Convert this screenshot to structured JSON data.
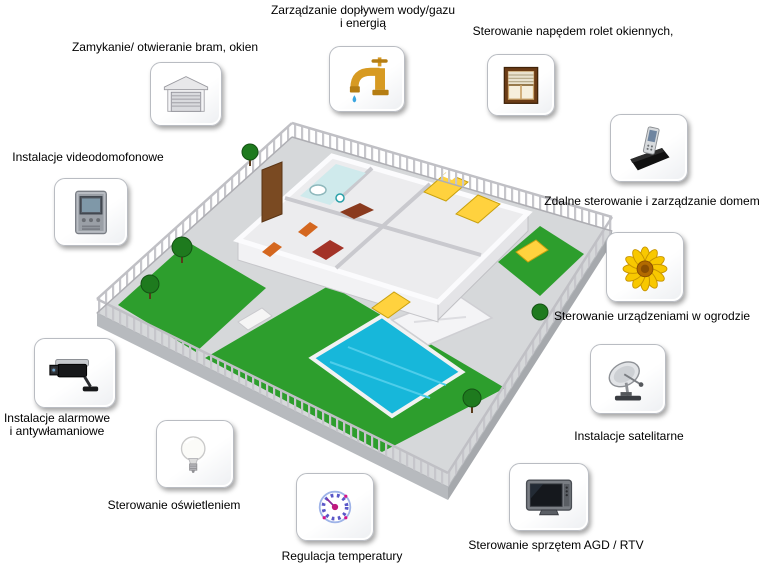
{
  "diagram_title": "Smart home functions diagram",
  "nodes": {
    "water": {
      "lines": [
        "Zarządzanie dopływem wody/gazu",
        "i  energią"
      ],
      "icon": "faucet-icon"
    },
    "gates": {
      "label": "Zamykanie/ otwieranie bram, okien",
      "icon": "garage-door-icon"
    },
    "blinds": {
      "label": "Sterowanie napędem rolet okiennych,",
      "icon": "window-blinds-icon"
    },
    "intercom": {
      "label": "Instalacje videodomofonowe",
      "icon": "video-intercom-icon"
    },
    "remote": {
      "label": "Zdalne sterowanie i zarządzanie domem",
      "icon": "phone-dock-icon"
    },
    "garden": {
      "label": "Sterowanie urządzeniami w ogrodzie",
      "icon": "sunflower-icon"
    },
    "satellite": {
      "label": "Instalacje satelitarne",
      "icon": "satellite-dish-icon"
    },
    "alarm": {
      "lines": [
        "Instalacje alarmowe",
        "i antywłamaniowe"
      ],
      "icon": "cctv-camera-icon"
    },
    "lighting": {
      "label": "Sterowanie oświetleniem",
      "icon": "lightbulb-icon"
    },
    "temperature": {
      "label": "Regulacja temperatury",
      "icon": "thermostat-gauge-icon"
    },
    "rtv": {
      "label": "Sterowanie sprzętem AGD / RTV",
      "icon": "tv-icon"
    }
  },
  "illustration": {
    "subject": "isometric house with garden, swimming pool and perimeter fence",
    "colors": {
      "lawn_green": "#2d9e2d",
      "pool_blue": "#17b7da",
      "plot_gray": "#d6d8da",
      "bed_yellow": "#ffd23e",
      "faucet_gold": "#d79a22",
      "door_orange": "#d4671f"
    }
  }
}
